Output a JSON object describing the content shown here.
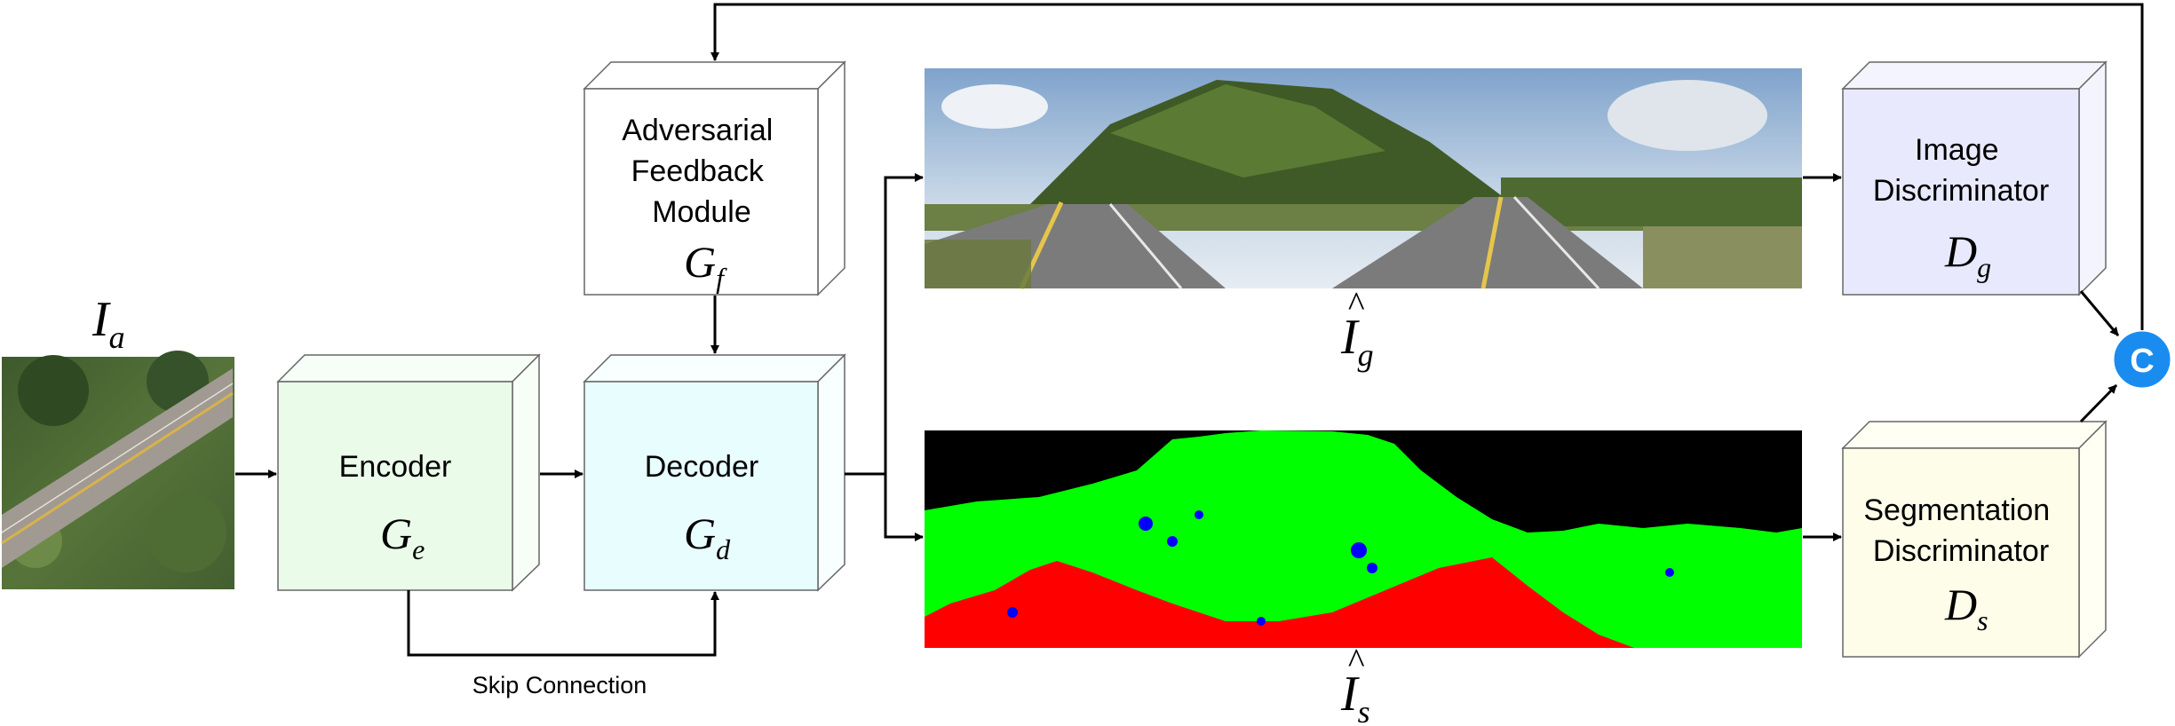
{
  "diagram": {
    "input": {
      "label": "I",
      "sub": "a"
    },
    "encoder": {
      "title": "Encoder",
      "sym": "G",
      "sub": "e",
      "face": "#eafbea"
    },
    "decoder": {
      "title": "Decoder",
      "sym": "G",
      "sub": "d",
      "face": "#e8fdfd"
    },
    "feedback": {
      "line1": "Adversarial",
      "line2": "Feedback",
      "line3": "Module",
      "sym": "G",
      "sub": "f",
      "face": "#ffffff"
    },
    "image_disc": {
      "line1": "Image",
      "line2": "Discriminator",
      "sym": "D",
      "sub": "g",
      "face": "#e9e9fd"
    },
    "seg_disc": {
      "line1": "Segmentation",
      "line2": "Discriminator",
      "sym": "D",
      "sub": "s",
      "face": "#fdfdea"
    },
    "gen_image": {
      "sym": "I",
      "sub": "g"
    },
    "gen_seg": {
      "sym": "I",
      "sub": "s"
    },
    "skip_label": "Skip Connection",
    "concat_label": "C",
    "colors": {
      "concat": "#1a8cf0",
      "seg_sky": "#000000",
      "seg_tree": "#00ff00",
      "seg_road": "#ff0000",
      "seg_building": "#0000ff"
    }
  }
}
